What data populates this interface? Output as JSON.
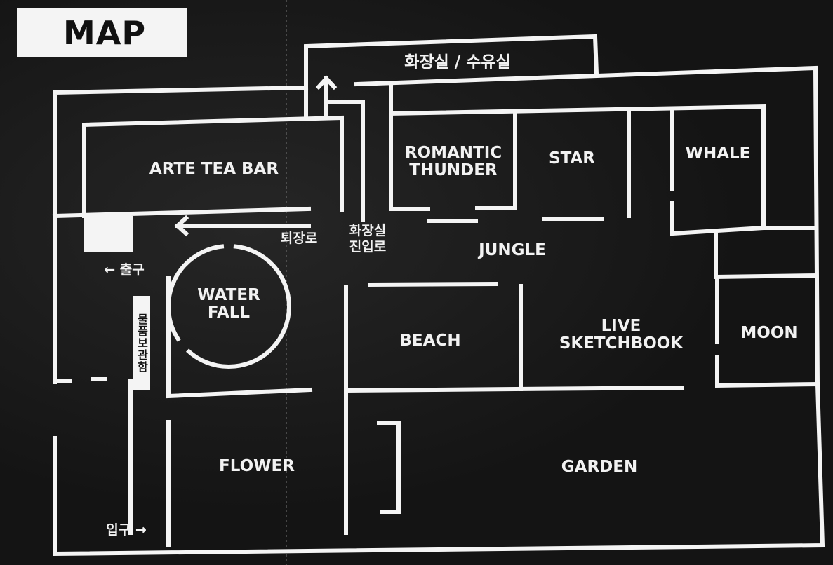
{
  "title": "MAP",
  "rooms": {
    "arte_tea_bar": "ARTE TEA BAR",
    "romantic_thunder": "ROMANTIC\nTHUNDER",
    "star": "STAR",
    "whale": "WHALE",
    "jungle": "JUNGLE",
    "water_fall": "WATER\nFALL",
    "beach": "BEACH",
    "live_sketchbook": "LIVE\nSKETCHBOOK",
    "moon": "MOON",
    "flower": "FLOWER",
    "garden": "GARDEN"
  },
  "facilities": {
    "restroom": "화장실 / 수유실",
    "exit_path": "퇴장로",
    "restroom_entry": "화장실\n진입로",
    "exit": "← 출구",
    "entrance": "입구 →",
    "storage": "물품보관함"
  },
  "colors": {
    "background": "#141414",
    "walls": "#f4f4f4"
  }
}
